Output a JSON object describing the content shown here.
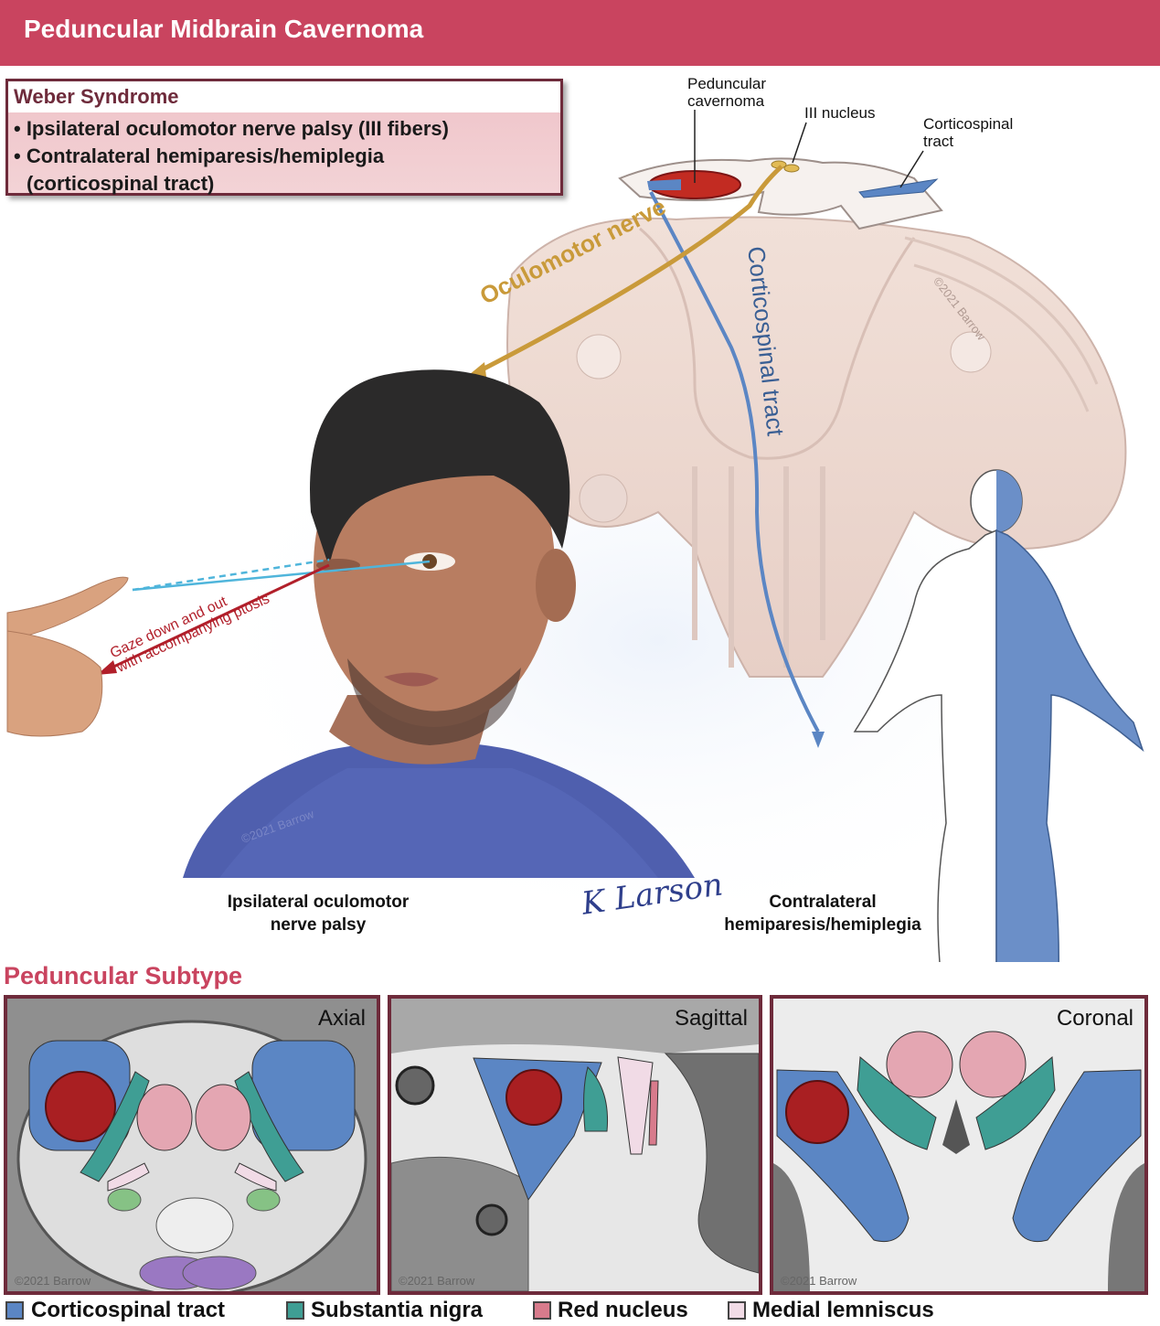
{
  "header": {
    "title": "Peduncular Midbrain Cavernoma"
  },
  "weber": {
    "title": "Weber Syndrome",
    "items": [
      "• Ipsilateral oculomotor nerve palsy (III fibers)",
      "• Contralateral hemiparesis/hemiplegia",
      "  (corticospinal tract)"
    ]
  },
  "labels": {
    "peduncular_cavernoma": [
      "Peduncular",
      "cavernoma"
    ],
    "iii_nucleus": "III nucleus",
    "corticospinal_tract": [
      "Corticospinal",
      "tract"
    ],
    "oculomotor_nerve": "Oculomotor nerve",
    "corticospinal_tract_vertical": "Corticospinal tract",
    "gaze": [
      "Gaze down and out",
      "with accompanying ptosis"
    ],
    "ipsilateral_caption": [
      "Ipsilateral oculomotor",
      "nerve palsy"
    ],
    "contralateral_caption": [
      "Contralateral",
      "hemiparesis/hemiplegia"
    ],
    "signature": "K Larson",
    "copyright": "©2021 Barrow"
  },
  "subtype": {
    "title": "Peduncular Subtype",
    "panels": [
      "Axial",
      "Sagittal",
      "Coronal"
    ],
    "copyright": "©2021 Barrow"
  },
  "legend": [
    {
      "label": "Corticospinal tract",
      "color": "#5b86c4"
    },
    {
      "label": "Substantia nigra",
      "color": "#3f9e94"
    },
    {
      "label": "Red nucleus",
      "color": "#d87b8c"
    },
    {
      "label": "Medial lemniscus",
      "color": "#f1dbe6"
    }
  ],
  "colors": {
    "brand": "#c9445f",
    "frame": "#6e2b3b",
    "oculomotor": "#c99a3a",
    "tract": "#5b86c4",
    "gaze_arrow": "#b11f2a"
  }
}
